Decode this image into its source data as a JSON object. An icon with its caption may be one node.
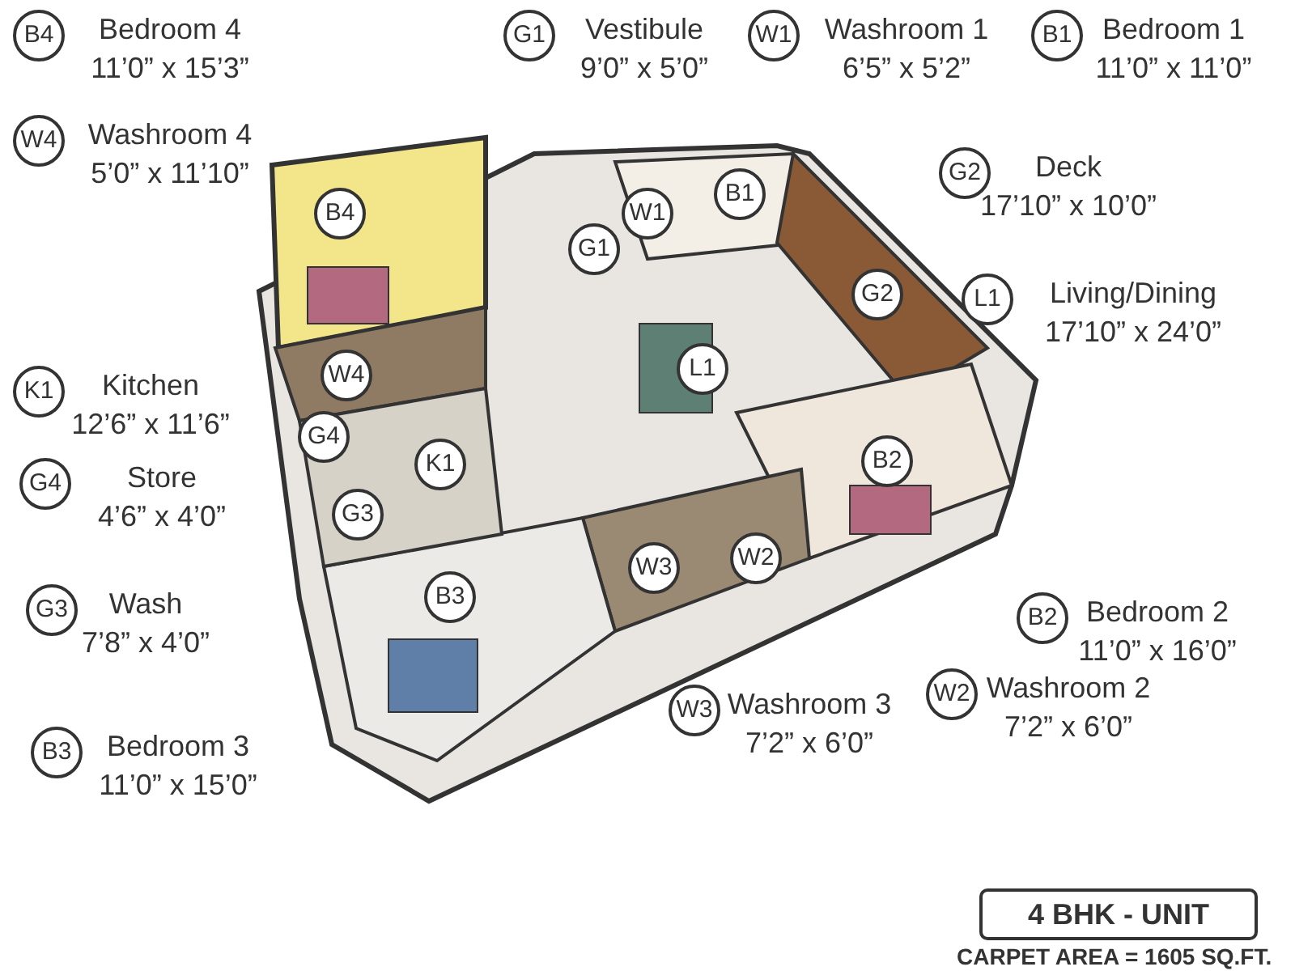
{
  "diagram": {
    "nodes": [
      {
        "text": [
          "B4"
        ],
        "beside": [
          "Bedroom 4",
          "11’0” x 15’3”"
        ]
      },
      {
        "text": [
          "G1"
        ],
        "beside": [
          "Vestibule",
          "9’0” x 5’0”"
        ]
      },
      {
        "text": [
          "W1"
        ],
        "beside": [
          "Washroom 1",
          "6’5” x 5’2”"
        ]
      },
      {
        "text": [
          "B1"
        ],
        "beside": [
          "Bedroom 1",
          "11’0” x 11’0”"
        ]
      },
      {
        "text": [
          "W4"
        ],
        "beside": [
          "Washroom 4",
          "5’0” x 11’10”"
        ]
      },
      {
        "text": [
          "G2"
        ],
        "beside": [
          "Deck",
          "17’10” x 10’0”"
        ]
      },
      {
        "text": [
          "L1"
        ],
        "beside": [
          "Living/Dining",
          "17’10” x 24’0”"
        ]
      },
      {
        "text": [
          "K1"
        ],
        "beside": [
          "Kitchen",
          "12’6” x 11’6”"
        ]
      },
      {
        "text": [
          "G4"
        ],
        "beside": [
          "Store",
          "4’6” x 4’0”"
        ]
      },
      {
        "text": [
          "G3"
        ],
        "beside": [
          "Wash",
          "7’8” x 4’0”"
        ]
      },
      {
        "text": [
          "B2"
        ],
        "beside": [
          "Bedroom 2",
          "11’0” x 16’0”"
        ]
      },
      {
        "text": [
          "W2"
        ],
        "beside": [
          "Washroom 2",
          "7’2” x 6’0”"
        ]
      },
      {
        "text": [
          "W3"
        ],
        "beside": [
          "Washroom 3",
          "7’2” x 6’0”"
        ]
      },
      {
        "text": [
          "B3"
        ],
        "beside": [
          "Bedroom 3",
          "11’0” x 15’0”"
        ]
      },
      {
        "text": [
          "B1"
        ]
      },
      {
        "text": [
          "B4"
        ]
      },
      {
        "text": [
          "W1"
        ]
      },
      {
        "text": [
          "G1"
        ]
      },
      {
        "text": [
          "G2"
        ]
      },
      {
        "text": [
          "L1"
        ]
      },
      {
        "text": [
          "W4"
        ]
      },
      {
        "text": [
          "G4"
        ]
      },
      {
        "text": [
          "B2"
        ]
      },
      {
        "text": [
          "K1"
        ]
      },
      {
        "text": [
          "G3"
        ]
      },
      {
        "text": [
          "W2"
        ]
      },
      {
        "text": [
          "W3"
        ]
      },
      {
        "text": [
          "B3"
        ]
      },
      {
        "text": [
          "4 BHK - UNIT"
        ],
        "beside": [
          "CARPET AREA = 1605 SQ.FT."
        ]
      }
    ],
    "edges": []
  }
}
